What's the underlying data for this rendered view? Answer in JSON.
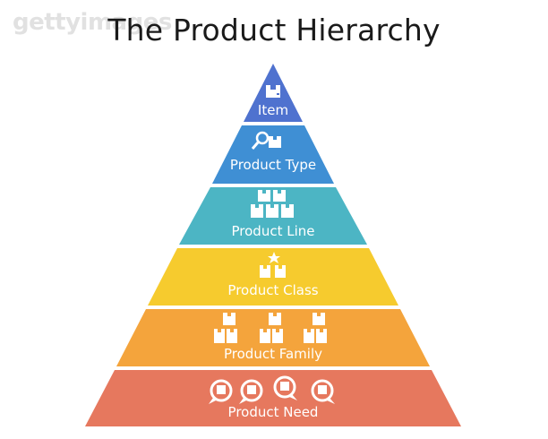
{
  "watermark": "gettyimages",
  "title": "The Product Hierarchy",
  "levels": [
    {
      "label": "Item",
      "color": "#4F72CF",
      "icons": [
        "box-icon"
      ]
    },
    {
      "label": "Product Type",
      "color": "#3F8FD4",
      "icons": [
        "magnifier-icon",
        "box-icon"
      ]
    },
    {
      "label": "Product Line",
      "color": "#4CB5C4",
      "icons": [
        "stacked-boxes-icon"
      ]
    },
    {
      "label": "Product Class",
      "color": "#F6CB2E",
      "icons": [
        "star-boxes-icon"
      ]
    },
    {
      "label": "Product Family",
      "color": "#F4A43C",
      "icons": [
        "stacked-boxes-icon",
        "stacked-boxes-icon",
        "stacked-boxes-icon"
      ]
    },
    {
      "label": "Product Need",
      "color": "#E6785E",
      "icons": [
        "chat-box-icon",
        "chat-box-icon",
        "chat-box-icon",
        "chat-box-icon"
      ]
    }
  ]
}
